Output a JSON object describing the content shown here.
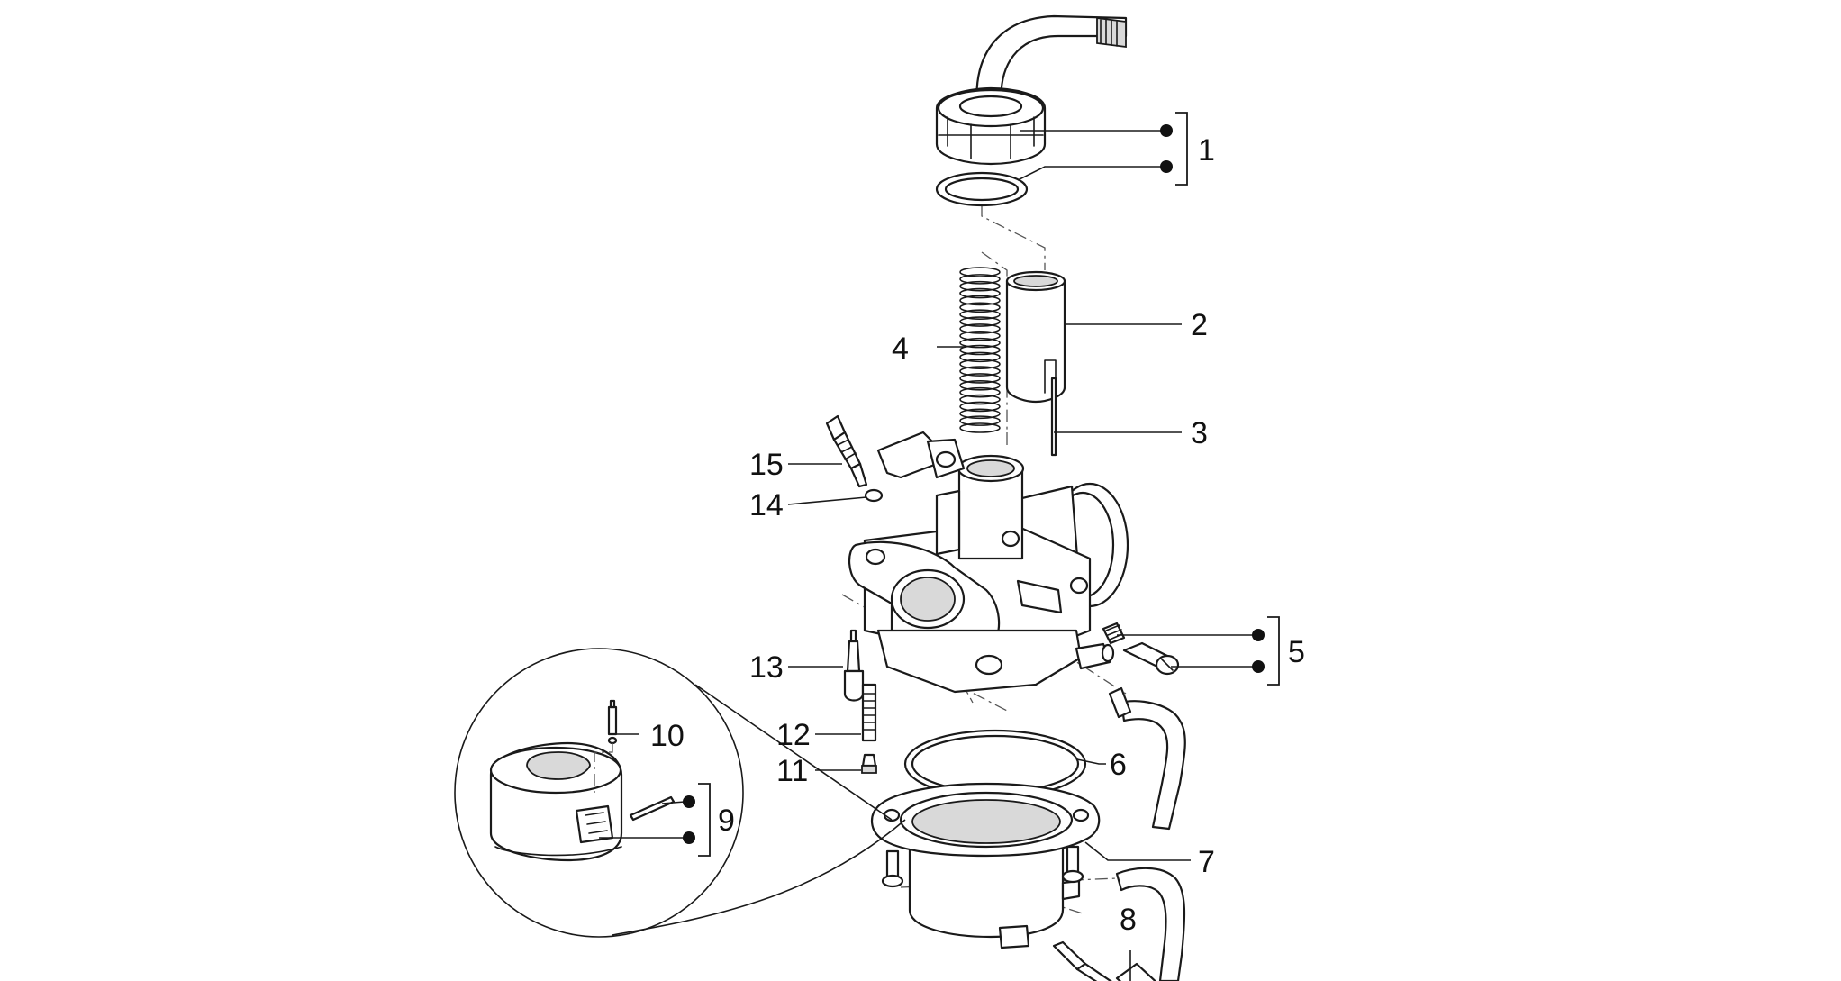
{
  "callouts": [
    {
      "id": "1",
      "text": "1"
    },
    {
      "id": "2",
      "text": "2"
    },
    {
      "id": "3",
      "text": "3"
    },
    {
      "id": "4",
      "text": "4"
    },
    {
      "id": "5",
      "text": "5"
    },
    {
      "id": "6",
      "text": "6"
    },
    {
      "id": "7",
      "text": "7"
    },
    {
      "id": "8",
      "text": "8"
    },
    {
      "id": "9",
      "text": "9"
    },
    {
      "id": "10",
      "text": "10"
    },
    {
      "id": "11",
      "text": "11"
    },
    {
      "id": "12",
      "text": "12"
    },
    {
      "id": "13",
      "text": "13"
    },
    {
      "id": "14",
      "text": "14"
    },
    {
      "id": "15",
      "text": "15"
    }
  ],
  "colors": {
    "line": "#1a1a1a",
    "background": "#ffffff",
    "shade": "#d9d9d9"
  }
}
